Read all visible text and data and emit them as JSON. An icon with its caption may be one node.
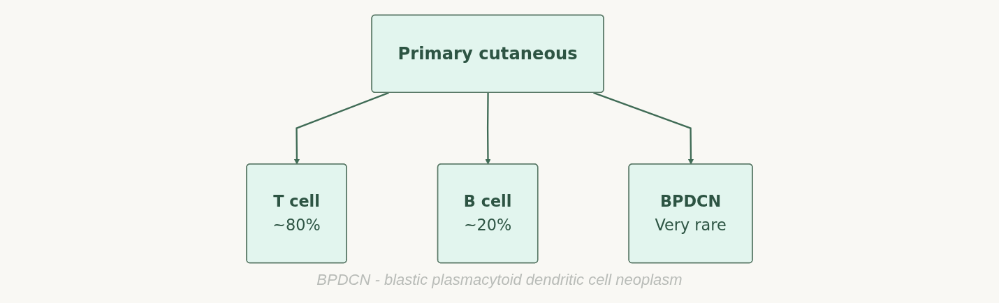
{
  "diagram": {
    "caption": "BPDCN - blastic plasmacytoid dendritic cell neoplasm",
    "nodes": [
      {
        "text": [
          "Primary cutaneous"
        ]
      },
      {
        "text": [
          "T cell",
          "~80%"
        ]
      },
      {
        "text": [
          "B cell",
          "~20%"
        ]
      },
      {
        "text": [
          "BPDCN",
          "Very rare"
        ]
      }
    ],
    "edges": [
      {
        "from": 0,
        "to": 1,
        "arrow": "to"
      },
      {
        "from": 0,
        "to": 2,
        "arrow": "to"
      },
      {
        "from": 0,
        "to": 3,
        "arrow": "to"
      }
    ]
  }
}
